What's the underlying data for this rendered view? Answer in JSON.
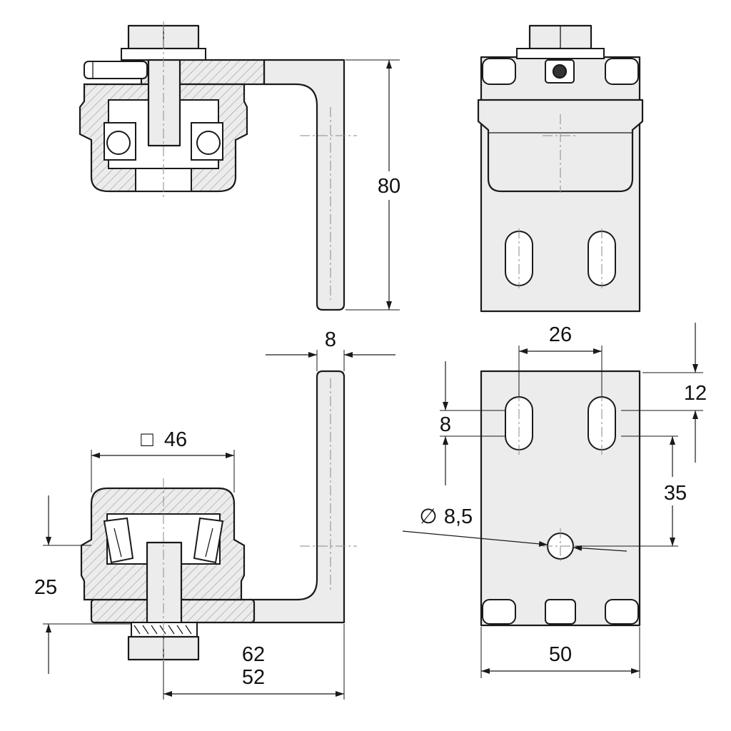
{
  "dimensions": {
    "height_bracket": "80",
    "thickness": "8",
    "square": "46",
    "square_symbol": "□",
    "roller_height": "25",
    "overall_length": "62",
    "bolt_offset": "52",
    "slot_spacing": "26",
    "slot_width": "8",
    "top_margin": "12",
    "hole_offset": "35",
    "hole_diameter": "8,5",
    "diameter_symbol": "∅",
    "plate_width": "50"
  }
}
